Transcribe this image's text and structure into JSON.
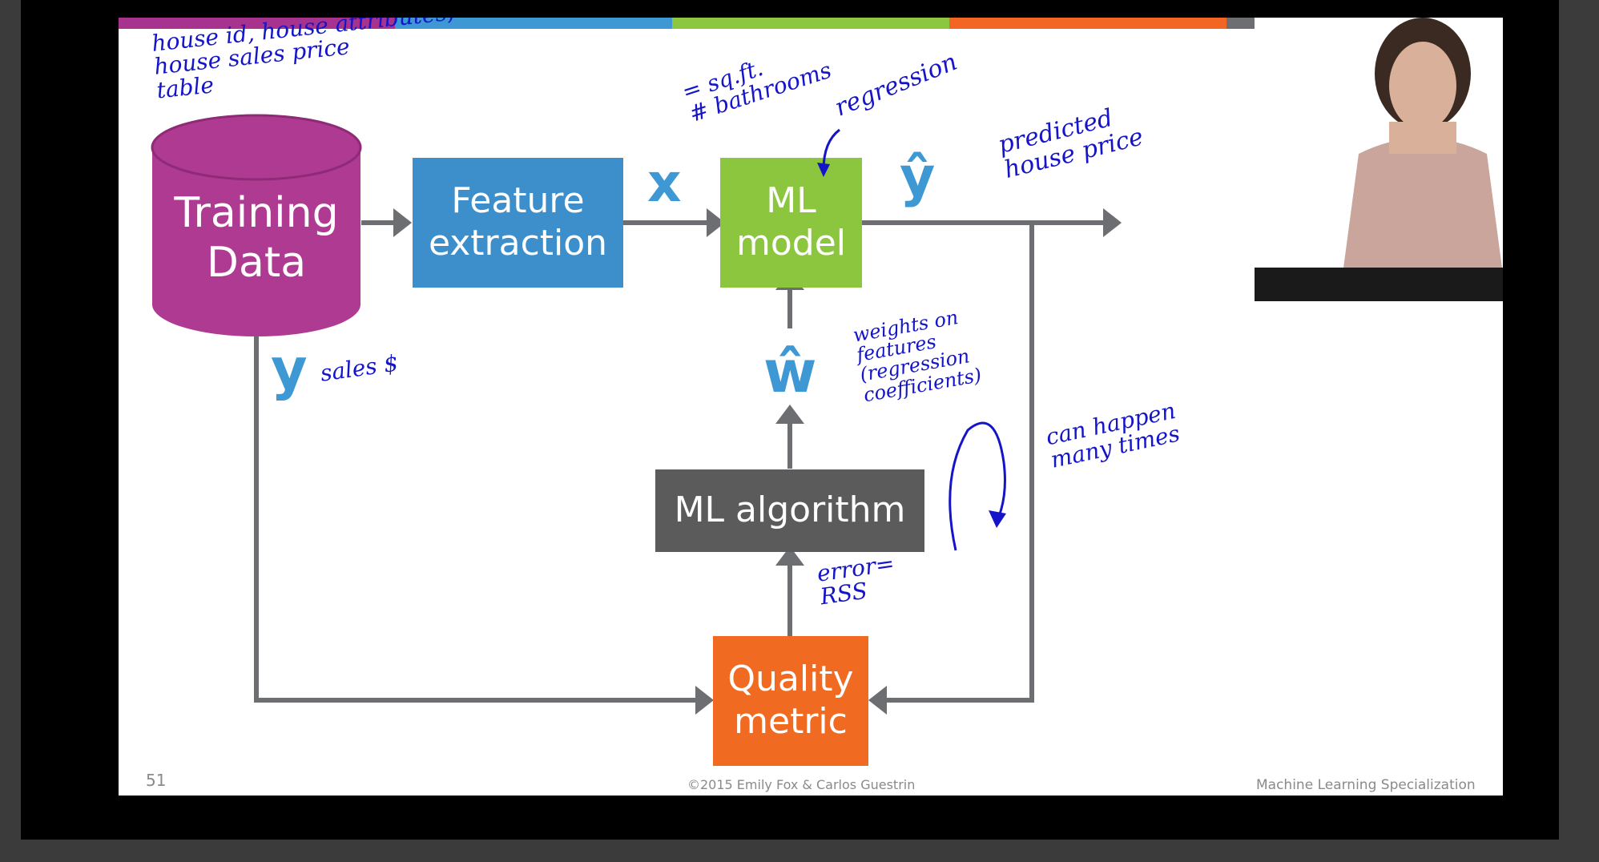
{
  "slide": {
    "number": "51",
    "copyright": "©2015 Emily Fox & Carlos Guestrin",
    "course": "Machine Learning Specialization",
    "stripe_colors": [
      "#a7338e",
      "#3d98d3",
      "#8dc63f",
      "#f26522",
      "#6d6e71"
    ]
  },
  "diagram": {
    "training_data": "Training\nData",
    "feature_extraction": "Feature\nextraction",
    "ml_model": "ML\nmodel",
    "ml_algorithm": "ML algorithm",
    "quality_metric": "Quality\nmetric",
    "x_label": "x",
    "y_hat_label": "ŷ",
    "w_hat_label": "ŵ",
    "y_label": "y",
    "colors": {
      "training_data": "#ae3a92",
      "feature_extraction": "#3d8fcb",
      "ml_model": "#8cc63f",
      "ml_algorithm": "#5b5b5b",
      "quality_metric": "#f06a22",
      "arrows": "#6d6e71",
      "symbols": "#3d98d3"
    }
  },
  "annotations": {
    "table_note": "house id, house attributes,\nhouse sales price\ntable",
    "features_note": "= sq.ft.\n# bathrooms",
    "regression_note": "regression",
    "predicted_note": "predicted\nhouse price",
    "sales_note": "sales $",
    "weights_note": "weights on\nfeatures\n(regression\ncoefficients)",
    "loop_note": "can happen\nmany times",
    "error_note": "error=\nRSS",
    "ink_color": "#1414c8"
  }
}
